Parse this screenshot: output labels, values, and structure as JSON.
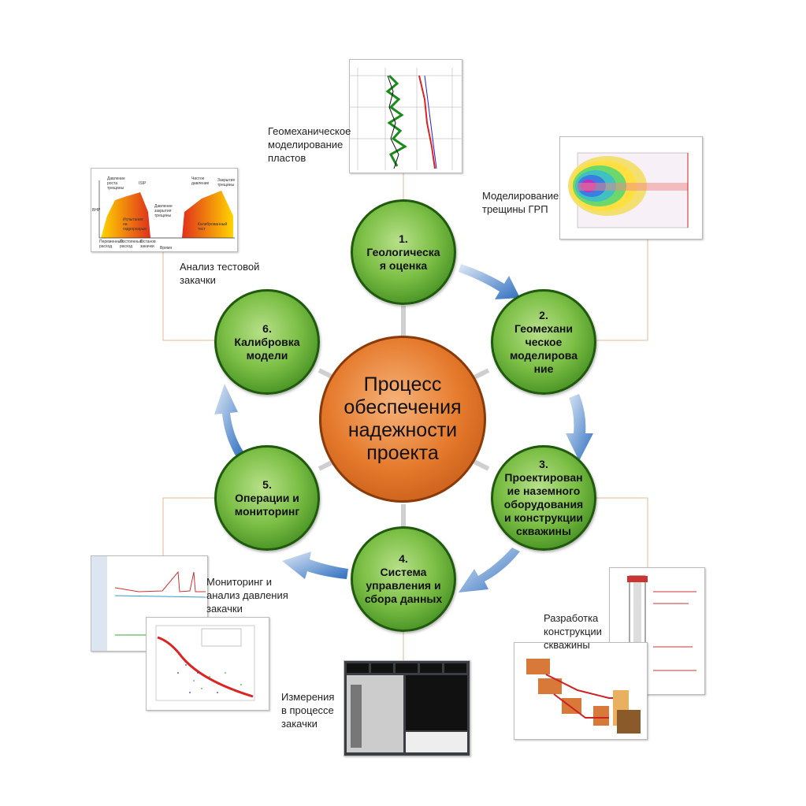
{
  "center": {
    "title": "Процесс\nобеспечения\nнадежности\nпроекта"
  },
  "steps": [
    {
      "label": "1.\nГеологическа\nя оценка"
    },
    {
      "label": "2.\nГеомехани\nческое\nмоделирова\nние"
    },
    {
      "label": "3.\nПроектирован\nие наземного\nоборудования\nи конструкции\nскважины"
    },
    {
      "label": "4.\nСистема\nуправления и\nсбора данных"
    },
    {
      "label": "5.\nОперации и\nмониторинг"
    },
    {
      "label": "6.\nКалибровка\nмодели"
    }
  ],
  "captions": {
    "geomech": "Геомеханическое\nмоделирование\nпластов",
    "frac": "Моделирование\nтрещины ГРП",
    "test": "Анализ тестовой\nзакачки",
    "monitoring": "Мониторинг и\nанализ давления\nзакачки",
    "measure": "Измерения\nв процессе\nзакачки",
    "well": "Разработка\nконструкции\nскважины"
  },
  "test_chart": {
    "ylabel": "BHP",
    "xlabel": "Время",
    "notes": [
      "Давление роста трещины",
      "ISIP",
      "Давление закрытия трещины",
      "Чистое давление",
      "Закрытие трещины",
      "Испытание на гидроразрыв",
      "Калиброванный тест",
      "Переменный расход",
      "Постоянный расход",
      "Останов закачки"
    ]
  },
  "colors": {
    "green": "#5fa52e",
    "orange": "#e57a2c",
    "arrow": "#3a78c4",
    "connector": "#e2b893"
  }
}
